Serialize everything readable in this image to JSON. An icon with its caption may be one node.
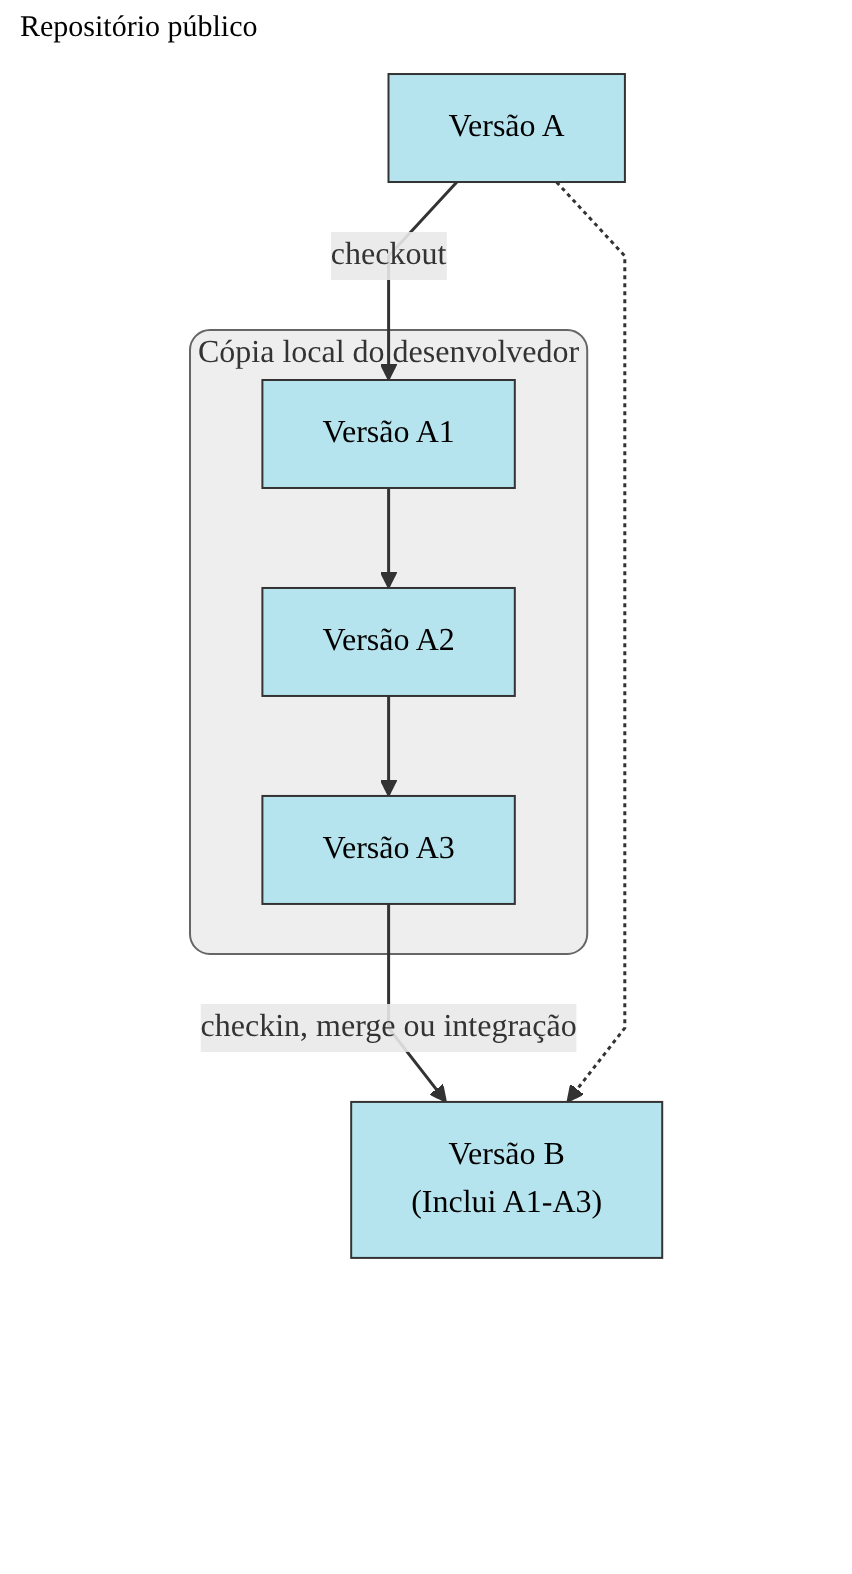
{
  "diagram": {
    "nodes": [
      {
        "text": [
          "Cópia local do desenvolvedor"
        ]
      },
      {
        "text": [
          "Versão A"
        ]
      },
      {
        "text": [
          "Versão A1"
        ],
        "in": 0
      },
      {
        "text": [
          "Versão A2"
        ],
        "in": 0
      },
      {
        "text": [
          "Versão A3"
        ],
        "in": 0
      },
      {
        "text": [
          "Versão B",
          "(Inclui A1-A3)"
        ]
      }
    ],
    "edges": [
      {
        "from": 1,
        "to": 2,
        "arrow": "to",
        "label": "checkout"
      },
      {
        "from": 2,
        "to": 3,
        "arrow": "to"
      },
      {
        "from": 3,
        "to": 4,
        "arrow": "to"
      },
      {
        "from": 4,
        "to": 5,
        "arrow": "to",
        "label": "checkin, merge ou integração"
      },
      {
        "from": 1,
        "to": 5,
        "arrow": "to",
        "style": "dashed"
      }
    ],
    "labels": [
      "Repositório público"
    ]
  }
}
